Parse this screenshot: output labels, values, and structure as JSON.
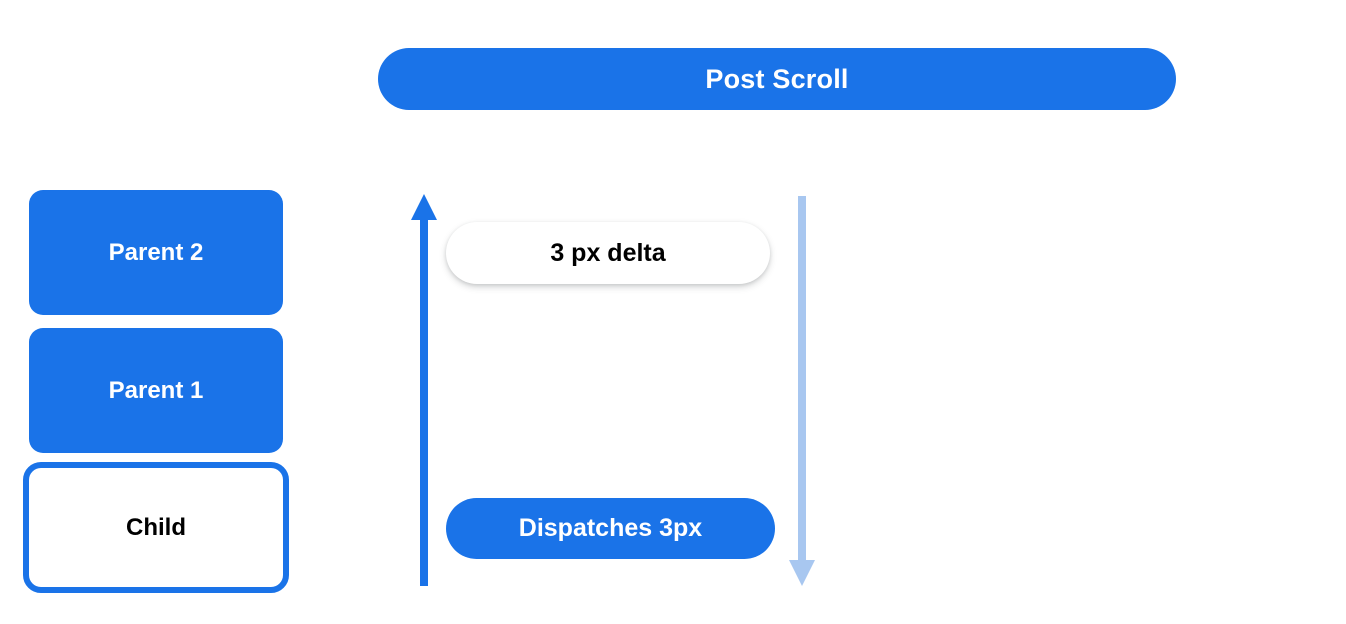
{
  "header": {
    "title": "Post Scroll",
    "accent_color": "#1a73e8",
    "text_color": "#ffffff"
  },
  "stack": {
    "boxes": [
      {
        "label": "Parent 2",
        "style": "filled",
        "fill": "#1a73e8",
        "text_color": "#ffffff"
      },
      {
        "label": "Parent 1",
        "style": "filled",
        "fill": "#1a73e8",
        "text_color": "#ffffff"
      },
      {
        "label": "Child",
        "style": "outlined",
        "fill": "#ffffff",
        "border_color": "#1a73e8",
        "text_color": "#000000"
      }
    ]
  },
  "arrows": [
    {
      "name": "scroll-up-arrow",
      "direction": "up",
      "color": "#1a73e8"
    },
    {
      "name": "scroll-down-arrow",
      "direction": "down",
      "color": "#a8c7f0"
    }
  ],
  "annotations": {
    "delta": {
      "label": "3 px delta",
      "fill": "#ffffff",
      "text_color": "#000000"
    },
    "dispatch": {
      "label": "Dispatches 3px",
      "fill": "#1a73e8",
      "text_color": "#ffffff"
    }
  }
}
